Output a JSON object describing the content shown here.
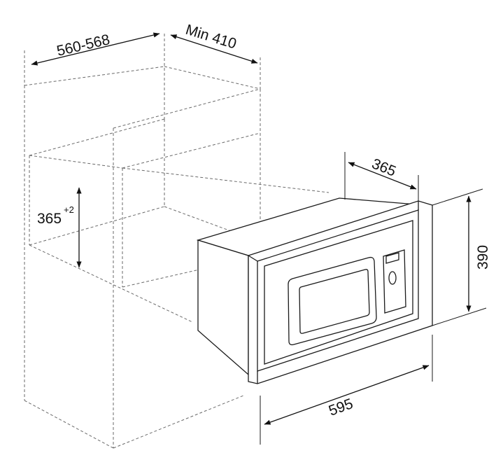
{
  "dimensions": {
    "cabinet_width": "560-568",
    "min_depth": "Min 410",
    "niche_height": "365",
    "niche_height_tolerance": "+2",
    "frame_depth": "365",
    "frame_height": "390",
    "frame_width": "595"
  }
}
